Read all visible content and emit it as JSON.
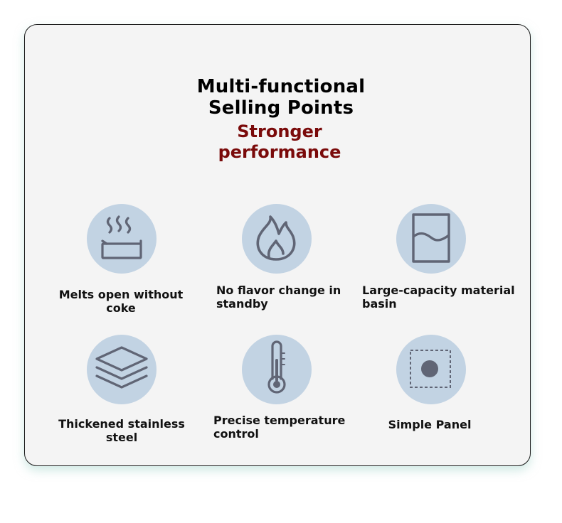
{
  "header": {
    "title_line1": "Multi-functional",
    "title_line2": "Selling Points",
    "subtitle_line1": "Stronger",
    "subtitle_line2": "performance"
  },
  "colors": {
    "title": "#000000",
    "subtitle": "#7a0a0a",
    "icon_circle": "#c2d3e3",
    "icon_stroke": "#606575",
    "card_border": "#1a1a1a",
    "card_background": "#f4f4f4"
  },
  "features": [
    {
      "icon": "steam-bowl-icon",
      "label": "Melts open without coke"
    },
    {
      "icon": "flame-icon",
      "label_line1": "No flavor change in",
      "label_line2": "standby"
    },
    {
      "icon": "material-basin-icon",
      "label_line1": "Large-capacity material",
      "label_line2": "basin"
    },
    {
      "icon": "stacked-layers-icon",
      "label": "Thickened stainless steel"
    },
    {
      "icon": "thermometer-icon",
      "label_line1": "Precise temperature",
      "label_line2": "control"
    },
    {
      "icon": "control-panel-icon",
      "label": "Simple Panel"
    }
  ]
}
